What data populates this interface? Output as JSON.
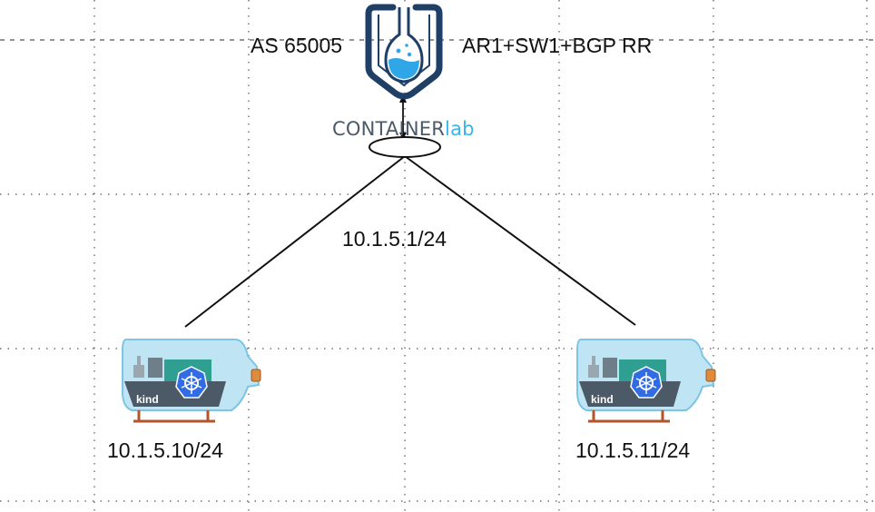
{
  "diagram": {
    "router": {
      "as_label": "AS 65005",
      "role_label": "AR1+SW1+BGP RR",
      "logo_icon": "containerlab-flask-icon",
      "brand_part1": "CONTAINER",
      "brand_part2": "lab"
    },
    "switch_icon": "ellipse-switch",
    "subnet_label": "10.1.5.1/24",
    "nodes": [
      {
        "icon": "kind-bottle-icon",
        "badge": "kind",
        "ip": "10.1.5.10/24"
      },
      {
        "icon": "kind-bottle-icon",
        "badge": "kind",
        "ip": "10.1.5.11/24"
      }
    ],
    "colors": {
      "logo_frame": "#1f3f66",
      "logo_water": "#2fa6e8",
      "brand_accent": "#38b6e8",
      "bottle_glass": "#bfe5f5",
      "ship_hull": "#4b5a66",
      "kubernetes": "#326ce5",
      "bottle_cork": "#e08a3c",
      "grid": "#555555"
    }
  }
}
